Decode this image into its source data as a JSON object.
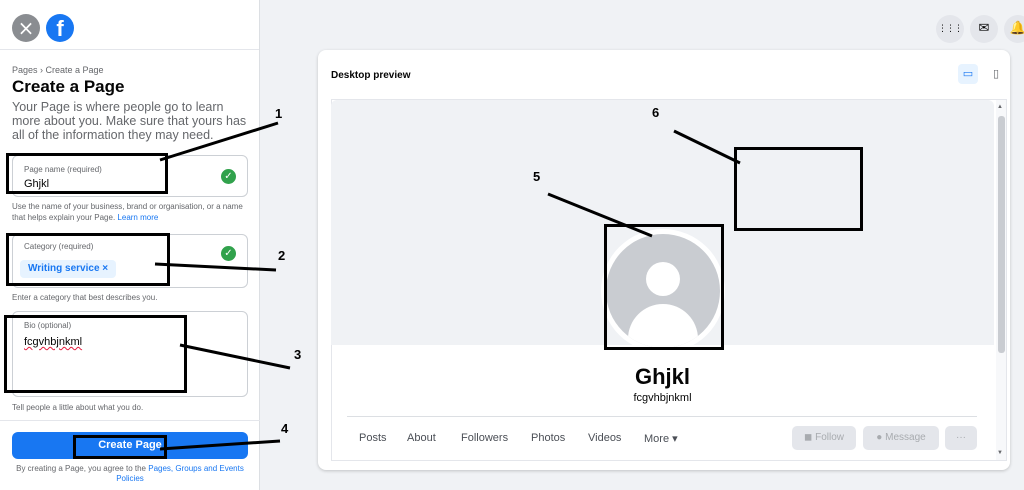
{
  "left_panel": {
    "close_icon": "×",
    "logo_letter": "f",
    "breadcrumb": "Pages › Create a Page",
    "title": "Create a Page",
    "description": "Your Page is where people go to learn more about you. Make sure that yours has all of the information they may need.",
    "page_name": {
      "label": "Page name (required)",
      "value": "Ghjkl",
      "helper": "Use the name of your business, brand or organisation, or a name that helps explain your Page.",
      "helper_link": "Learn more"
    },
    "category": {
      "label": "Category (required)",
      "chip": "Writing service",
      "chip_remove": "×",
      "helper": "Enter a category that best describes you."
    },
    "bio": {
      "label": "Bio (optional)",
      "value": "fcgvhbjnkml",
      "helper": "Tell people a little about what you do."
    },
    "check_icon": "✓",
    "create_button": "Create Page",
    "terms_prefix": "By creating a Page, you agree to the",
    "terms_link": "Pages, Groups and Events Policies"
  },
  "top_icons": {
    "menu": "⋮⋮⋮",
    "messenger": "✉",
    "bell": "🔔"
  },
  "preview": {
    "title": "Desktop preview",
    "desktop_icon": "▭",
    "mobile_icon": "▯",
    "page_name": "Ghjkl",
    "page_bio": "fcgvhbjnkml",
    "tabs": [
      "Posts",
      "About",
      "Followers",
      "Photos",
      "Videos",
      "More ▾"
    ],
    "follow_button": "Follow",
    "message_button": "Message",
    "more_button": "···"
  },
  "annotations": [
    "1",
    "2",
    "3",
    "4",
    "5",
    "6"
  ]
}
